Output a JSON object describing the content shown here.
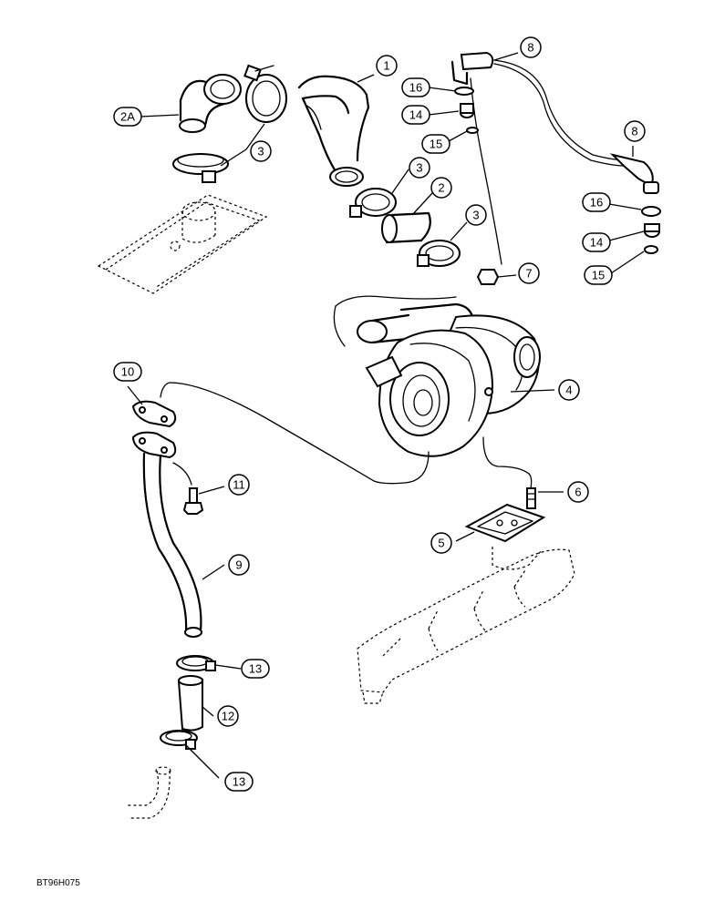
{
  "diagram": {
    "drawing_code": "BT96H075",
    "callouts": [
      {
        "id": "c-2a",
        "label": "2A"
      },
      {
        "id": "c-3a",
        "label": "3"
      },
      {
        "id": "c-1",
        "label": "1"
      },
      {
        "id": "c-3b",
        "label": "3"
      },
      {
        "id": "c-2",
        "label": "2"
      },
      {
        "id": "c-3c",
        "label": "3"
      },
      {
        "id": "c-8a",
        "label": "8"
      },
      {
        "id": "c-16a",
        "label": "16"
      },
      {
        "id": "c-14a",
        "label": "14"
      },
      {
        "id": "c-15a",
        "label": "15"
      },
      {
        "id": "c-8b",
        "label": "8"
      },
      {
        "id": "c-16b",
        "label": "16"
      },
      {
        "id": "c-14b",
        "label": "14"
      },
      {
        "id": "c-15b",
        "label": "15"
      },
      {
        "id": "c-7",
        "label": "7"
      },
      {
        "id": "c-4",
        "label": "4"
      },
      {
        "id": "c-10",
        "label": "10"
      },
      {
        "id": "c-11",
        "label": "11"
      },
      {
        "id": "c-6",
        "label": "6"
      },
      {
        "id": "c-5",
        "label": "5"
      },
      {
        "id": "c-9",
        "label": "9"
      },
      {
        "id": "c-13a",
        "label": "13"
      },
      {
        "id": "c-12",
        "label": "12"
      },
      {
        "id": "c-13b",
        "label": "13"
      }
    ]
  }
}
